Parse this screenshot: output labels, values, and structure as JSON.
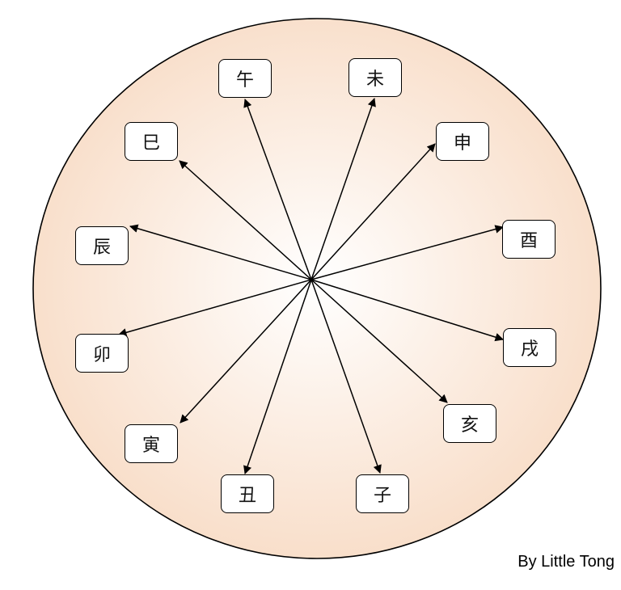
{
  "title": "Twelve Earthly Branches diagram",
  "branches": [
    "午",
    "未",
    "申",
    "酉",
    "戌",
    "亥",
    "子",
    "丑",
    "寅",
    "卯",
    "辰",
    "巳"
  ],
  "credit": "By Little Tong",
  "colors": {
    "circle_edge": "#f8dcc6",
    "circle_center": "#ffffff",
    "stroke": "#000000"
  }
}
